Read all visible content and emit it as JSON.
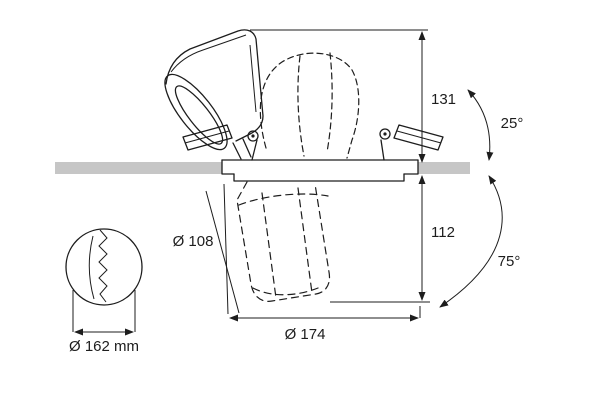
{
  "drawing": {
    "type": "technical-dimension-drawing",
    "subject": "recessed adjustable ceiling spotlight, side section with tilt angles",
    "colors": {
      "line": "#1d1d1d",
      "ceiling_band": "#c6c6c6",
      "background": "#ffffff"
    },
    "dimensions": {
      "height_above_ceiling": "131",
      "recess_depth_below": "112",
      "tilt_angle": "25°",
      "swivel_angle": "75°",
      "lamp_diameter": "Ø 108",
      "detail_flange_diameter": "Ø 162 mm",
      "trim_diameter": "Ø 174"
    }
  }
}
